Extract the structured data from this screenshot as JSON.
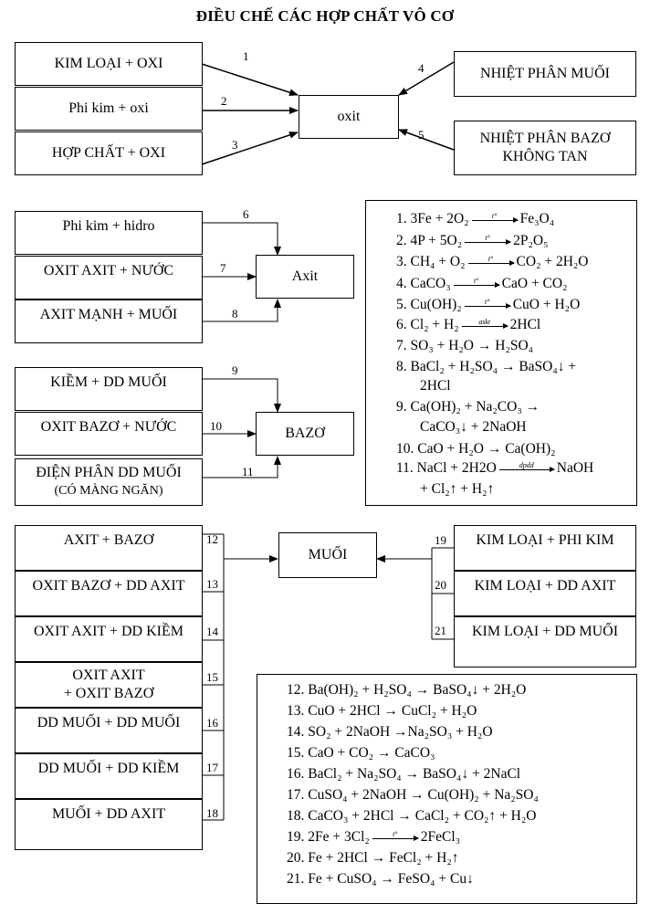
{
  "title": "ĐIỀU CHẾ CÁC HỢP CHẤT VÔ CƠ",
  "oxit_section": {
    "left": [
      "KIM LOẠI + OXI",
      "Phi kim + oxi",
      "HỢP CHẤT + OXI"
    ],
    "center": "oxit",
    "right": [
      "NHIỆT PHÂN MUỐI",
      "NHIỆT PHÂN BAZƠ",
      "KHÔNG TAN"
    ],
    "numbers": [
      "1",
      "2",
      "3",
      "4",
      "5"
    ]
  },
  "axit_section": {
    "left": [
      "Phi kim + hidro",
      "OXIT AXIT + NƯỚC",
      "AXIT MẠNH + MUỐI"
    ],
    "center": "Axit",
    "numbers": [
      "6",
      "7",
      "8"
    ]
  },
  "bazo_section": {
    "left": [
      "KIỀM + DD MUỐI",
      "OXIT BAZƠ + NƯỚC",
      "ĐIỆN PHÂN DD MUỐI",
      "(CÓ MÀNG NGĂN)"
    ],
    "center": "BAZƠ",
    "numbers": [
      "9",
      "10",
      "11"
    ]
  },
  "muoi_section": {
    "left": [
      "AXIT + BAZƠ",
      "OXIT BAZƠ + DD AXIT",
      "OXIT AXIT + DD KIỀM",
      "OXIT AXIT",
      "+ OXIT BAZƠ",
      "DD MUỐI + DD MUỐI",
      "DD MUỐI + DD KIỀM",
      "MUỐI + DD AXIT"
    ],
    "center": "MUỐI",
    "right": [
      "KIM LOẠI + PHI KIM",
      "KIM LOẠI + DD AXIT",
      "KIM LOẠI + DD MUỐI"
    ],
    "left_numbers": [
      "12",
      "13",
      "14",
      "15",
      "16",
      "17",
      "18"
    ],
    "right_numbers": [
      "19",
      "20",
      "21"
    ]
  },
  "conditions": {
    "heat": "t°",
    "catalyst": "askt",
    "electrolysis": "dpdd"
  },
  "equations_1": [
    "1. 3Fe + 2O₂",
    "Fe₃O₄",
    "2. 4P + 5O₂",
    "2P₂O₅",
    "3. CH₄ + O₂",
    "CO₂ + 2H₂O",
    "4. CaCO₃",
    "CaO + CO₂",
    "5. Cu(OH)₂",
    "CuO + H₂O",
    "6. Cl₂ + H₂",
    "2HCl",
    "7. SO₃ + H₂O → H₂SO₄",
    "8. BaCl₂ + H₂SO₄ → BaSO₄↓ +",
    "2HCl",
    "9. Ca(OH)₂ + Na₂CO₃ →",
    "CaCO₃↓ + 2NaOH",
    "10. CaO + H₂O → Ca(OH)₂",
    "11. NaCl + 2H2O",
    "NaOH",
    "+ Cl₂↑ + H₂↑"
  ],
  "equations_2": [
    "12. Ba(OH)₂ + H₂SO₄ → BaSO₄↓ + 2H₂O",
    "13. CuO + 2HCl → CuCl₂ + H₂O",
    "14. SO₂ + 2NaOH →Na₂SO₃ + H₂O",
    "15. CaO + CO₂ → CaCO₃",
    "16. BaCl₂ + Na₂SO₄ → BaSO₄↓ + 2NaCl",
    "17. CuSO₄ + 2NaOH → Cu(OH)₂ + Na₂SO₄",
    "18. CaCO₃ + 2HCl → CaCl₂ + CO₂↑ + H₂O",
    "19. 2Fe + 3Cl₂",
    "2FeCl₃",
    "20. Fe + 2HCl → FeCl₂ + H₂↑",
    "21. Fe + CuSO₄ → FeSO₄ + Cu↓"
  ]
}
